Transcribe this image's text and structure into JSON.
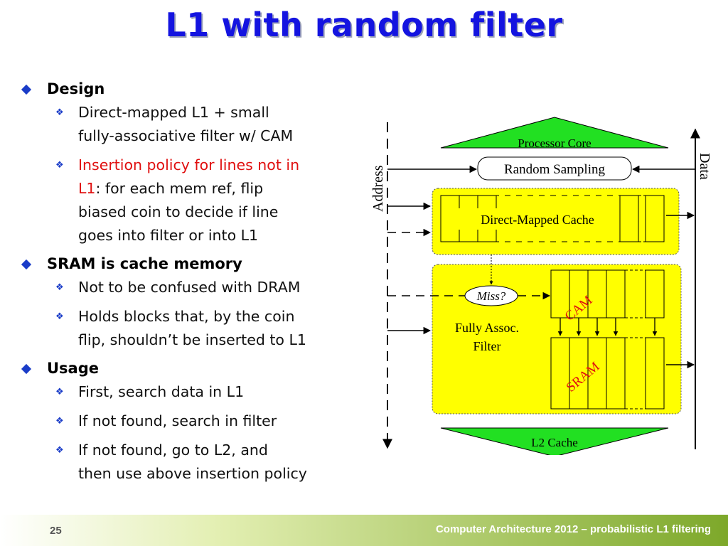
{
  "title": "L1 with random filter",
  "bullets": [
    {
      "heading": "Design",
      "items": [
        {
          "line1": "Direct-mapped L1 + small",
          "line2": "fully-associative filter w/ CAM"
        },
        {
          "red1": "Insertion policy for lines not in",
          "red2": "L1",
          "rest2": ": for each mem ref, flip",
          "line3": "biased coin to decide if line",
          "line4": "goes into filter or into L1"
        }
      ]
    },
    {
      "heading": "SRAM is cache memory",
      "items": [
        {
          "line1": "Not to be confused with DRAM"
        },
        {
          "line1": "Holds blocks that, by the coin",
          "line2": "flip, shouldn’t be inserted to L1"
        }
      ]
    },
    {
      "heading": "Usage",
      "items": [
        {
          "line1": "First, search data in L1"
        },
        {
          "line1": "If not found, search in filter"
        },
        {
          "line1": "If not found, go to L2, and",
          "line2": "then use above insertion policy"
        }
      ]
    }
  ],
  "diagram": {
    "processor_core": "Processor Core",
    "random_sampling": "Random Sampling",
    "direct_mapped_cache": "Direct-Mapped Cache",
    "miss": "Miss?",
    "cam": "CAM",
    "fully_assoc_line1": "Fully Assoc.",
    "fully_assoc_line2": "Filter",
    "sram": "SRAM",
    "l2_cache": "L2 Cache",
    "address": "Address",
    "data": "Data"
  },
  "footer": {
    "page_number": "25",
    "text": "Computer Architecture 2012 – probabilistic L1 filtering"
  },
  "colors": {
    "title": "#1414e0",
    "accent_red": "#e01010",
    "trapezoid_green": "#22e022",
    "filter_yellow": "#ffff00"
  }
}
